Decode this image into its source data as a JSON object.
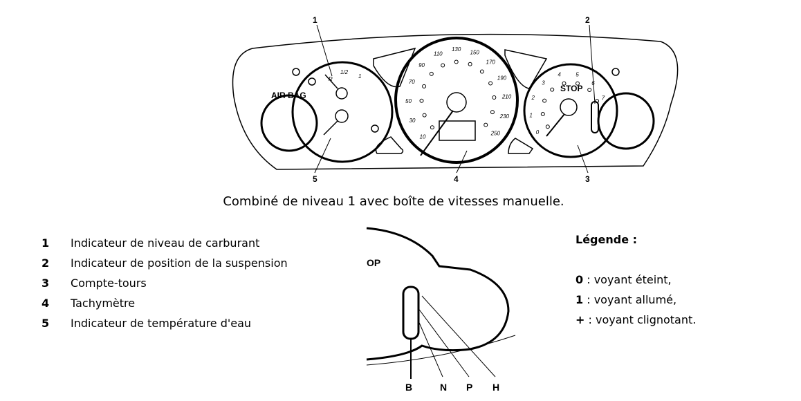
{
  "figure": {
    "callouts": [
      "1",
      "2",
      "3",
      "4",
      "5"
    ],
    "speedometer_labels": [
      "10",
      "30",
      "50",
      "70",
      "90",
      "110",
      "130",
      "150",
      "170",
      "190",
      "210",
      "230",
      "250"
    ],
    "tachometer_labels": [
      "0",
      "1",
      "2",
      "3",
      "4",
      "5",
      "6",
      "7"
    ],
    "tachometer_stop": "STOP",
    "fuel_labels": [
      "R",
      "1/2",
      "1"
    ],
    "airbag_label": "AIR BAG"
  },
  "caption": "Combiné de niveau 1 avec boîte de vitesses manuelle.",
  "items": [
    {
      "num": "1",
      "label": "Indicateur de niveau de carburant"
    },
    {
      "num": "2",
      "label": "Indicateur de position de la suspension"
    },
    {
      "num": "3",
      "label": "Compte-tours"
    },
    {
      "num": "4",
      "label": "Tachymètre"
    },
    {
      "num": "5",
      "label": "Indicateur de température d'eau"
    }
  ],
  "legend": {
    "title": "Légende :",
    "entries": [
      {
        "key": "0",
        "text": " : voyant éteint,"
      },
      {
        "key": "1",
        "text": " : voyant allumé,"
      },
      {
        "key": "+",
        "text": " : voyant clignotant."
      }
    ]
  },
  "detail": {
    "stop_fragment": "OP",
    "labels": [
      "B",
      "N",
      "P",
      "H"
    ]
  }
}
